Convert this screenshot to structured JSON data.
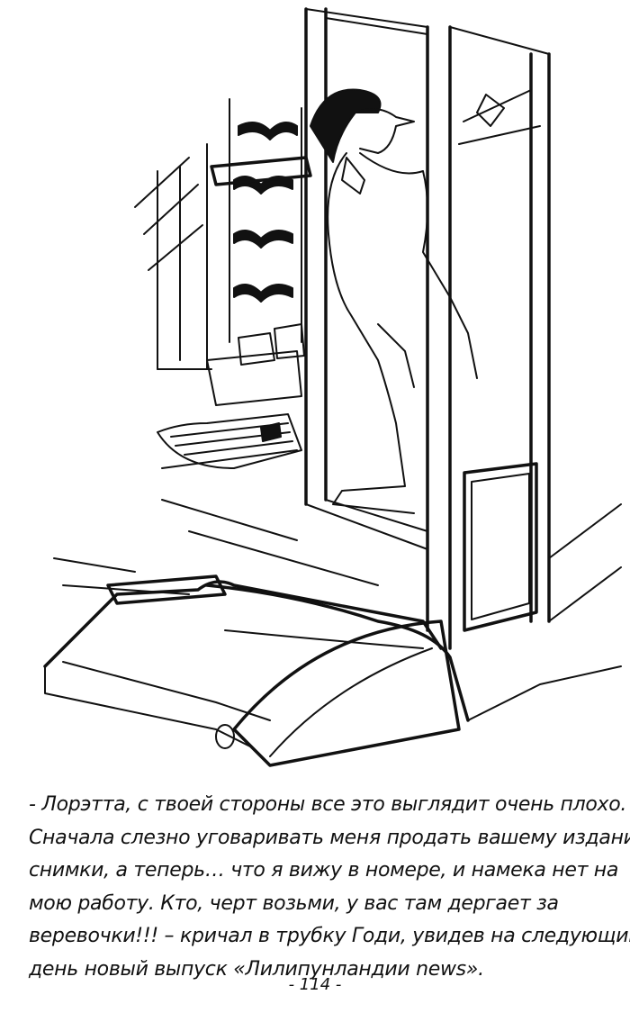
{
  "page": {
    "paragraph_lines": [
      "- Лорэтта, с твоей стороны все это выглядит очень плохо.",
      "Сначала слезно уговаривать меня продать вашему изданию",
      "снимки, а теперь… что я вижу в номере, и намека нет на",
      "мою работу. Кто, черт возьми, у вас там дергает за",
      "веревочки!!! – кричал в трубку Годи, увидев на следующий",
      "день новый выпуск «Лилипунландии news»."
    ],
    "page_number": "- 114 -"
  }
}
